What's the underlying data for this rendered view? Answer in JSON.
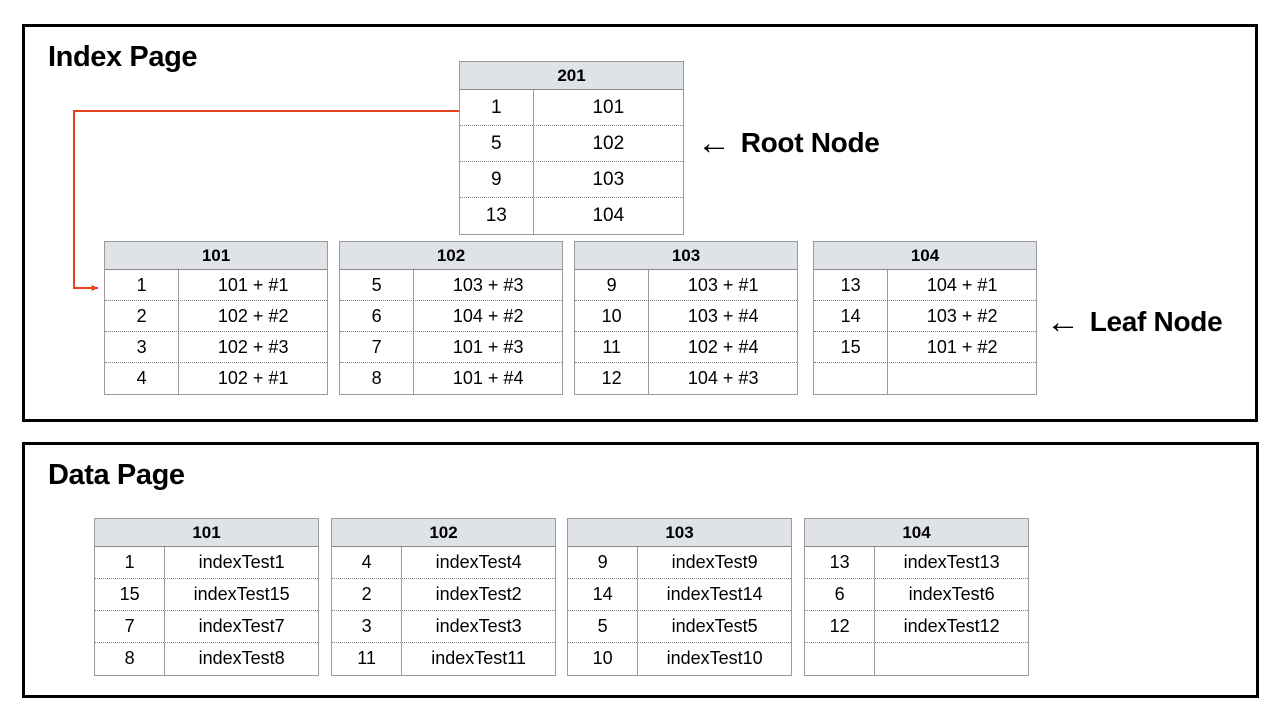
{
  "index_page": {
    "title": "Index Page",
    "root_node": {
      "header": "201",
      "rows": [
        {
          "key": "1",
          "value": "101"
        },
        {
          "key": "5",
          "value": "102"
        },
        {
          "key": "9",
          "value": "103"
        },
        {
          "key": "13",
          "value": "104"
        }
      ]
    },
    "leaf_nodes": [
      {
        "header": "101",
        "rows": [
          {
            "key": "1",
            "value": "101 + #1"
          },
          {
            "key": "2",
            "value": "102 + #2"
          },
          {
            "key": "3",
            "value": "102 + #3"
          },
          {
            "key": "4",
            "value": "102 + #1"
          }
        ]
      },
      {
        "header": "102",
        "rows": [
          {
            "key": "5",
            "value": "103 + #3"
          },
          {
            "key": "6",
            "value": "104 + #2"
          },
          {
            "key": "7",
            "value": "101 + #3"
          },
          {
            "key": "8",
            "value": "101 + #4"
          }
        ]
      },
      {
        "header": "103",
        "rows": [
          {
            "key": "9",
            "value": "103 + #1"
          },
          {
            "key": "10",
            "value": "103 + #4"
          },
          {
            "key": "11",
            "value": "102 + #4"
          },
          {
            "key": "12",
            "value": "104 + #3"
          }
        ]
      },
      {
        "header": "104",
        "rows": [
          {
            "key": "13",
            "value": "104 + #1"
          },
          {
            "key": "14",
            "value": "103 + #2"
          },
          {
            "key": "15",
            "value": "101 + #2"
          },
          {
            "key": "",
            "value": ""
          }
        ]
      }
    ],
    "annotations": {
      "root": {
        "arrow": "←",
        "label": "Root Node"
      },
      "leaf": {
        "arrow": "←",
        "label": "Leaf Node"
      }
    },
    "connector_color": "#e8431f"
  },
  "data_page": {
    "title": "Data Page",
    "nodes": [
      {
        "header": "101",
        "rows": [
          {
            "key": "1",
            "value": "indexTest1"
          },
          {
            "key": "15",
            "value": "indexTest15"
          },
          {
            "key": "7",
            "value": "indexTest7"
          },
          {
            "key": "8",
            "value": "indexTest8"
          }
        ]
      },
      {
        "header": "102",
        "rows": [
          {
            "key": "4",
            "value": "indexTest4"
          },
          {
            "key": "2",
            "value": "indexTest2"
          },
          {
            "key": "3",
            "value": "indexTest3"
          },
          {
            "key": "11",
            "value": "indexTest11"
          }
        ]
      },
      {
        "header": "103",
        "rows": [
          {
            "key": "9",
            "value": "indexTest9"
          },
          {
            "key": "14",
            "value": "indexTest14"
          },
          {
            "key": "5",
            "value": "indexTest5"
          },
          {
            "key": "10",
            "value": "indexTest10"
          }
        ]
      },
      {
        "header": "104",
        "rows": [
          {
            "key": "13",
            "value": "indexTest13"
          },
          {
            "key": "6",
            "value": "indexTest6"
          },
          {
            "key": "12",
            "value": "indexTest12"
          },
          {
            "key": "",
            "value": ""
          }
        ]
      }
    ]
  }
}
